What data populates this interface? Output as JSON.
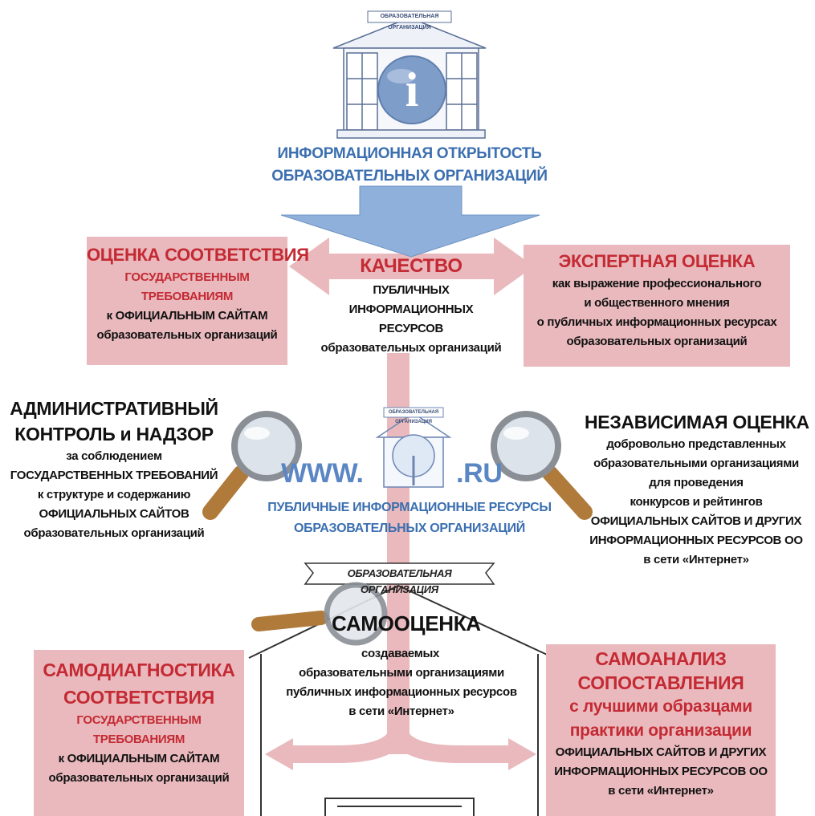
{
  "top": {
    "badge": "ОБРАЗОВАТЕЛЬНАЯ ОРГАНИЗАЦИЯ",
    "info_letter": "i",
    "title_line1": "ИНФОРМАЦИОННАЯ ОТКРЫТОСТЬ",
    "title_line2": "ОБРАЗОВАТЕЛЬНЫХ ОРГАНИЗАЦИЙ"
  },
  "center": {
    "heading": "КАЧЕСТВО",
    "line1": "ПУБЛИЧНЫХ",
    "line2": "ИНФОРМАЦИОННЫХ",
    "line3": "РЕСУРСОВ",
    "line4": "образовательных организаций"
  },
  "left_box": {
    "line1": "ОЦЕНКА СООТВЕТСТВИЯ",
    "line2": "ГОСУДАРСТВЕННЫМ",
    "line3": "ТРЕБОВАНИЯМ",
    "line4": "к ОФИЦИАЛЬНЫМ САЙТАМ",
    "line5": "образовательных организаций"
  },
  "right_box": {
    "line1": "ЭКСПЕРТНАЯ ОЦЕНКА",
    "line2": "как выражение профессионального",
    "line3": "и общественного мнения",
    "line4": "о публичных информационных ресурсах",
    "line5": "образовательных организаций"
  },
  "admin": {
    "line1": "АДМИНИСТРАТИВНЫЙ",
    "line2": "КОНТРОЛЬ и НАДЗОР",
    "line3": "за соблюдением",
    "line4": "ГОСУДАРСТВЕННЫХ ТРЕБОВАНИЙ",
    "line5": "к структуре и содержанию",
    "line6": "ОФИЦИАЛЬНЫХ САЙТОВ",
    "line7": "образовательных организаций"
  },
  "independent": {
    "line1": "НЕЗАВИСИМАЯ ОЦЕНКА",
    "line2": "добровольно представленных",
    "line3": "образовательными организациями",
    "line4": "для проведения",
    "line5": "конкурсов и рейтингов",
    "line6": "ОФИЦИАЛЬНЫХ САЙТОВ И ДРУГИХ",
    "line7": "ИНФОРМАЦИОННЫХ РЕСУРСОВ ОО",
    "line8": "в сети «Интернет»"
  },
  "website": {
    "badge": "ОБРАЗОВАТЕЛЬНАЯ ОРГАНИЗАЦИЯ",
    "www": "WWW.",
    "ru": ".RU",
    "line1": "ПУБЛИЧНЫЕ ИНФОРМАЦИОННЫЕ РЕСУРСЫ",
    "line2": "ОБРАЗОВАТЕЛЬНЫХ ОРГАНИЗАЦИЙ"
  },
  "self": {
    "banner": "ОБРАЗОВАТЕЛЬНАЯ ОРГАНИЗАЦИЯ",
    "heading_a": "САМО",
    "heading_b": "ОЦЕНКА",
    "line1": "создаваемых",
    "line2": "образовательными организациями",
    "line3": "публичных информационных ресурсов",
    "line4": "в сети «Интернет»"
  },
  "bottom_left": {
    "line1": "САМОДИАГНОСТИКА",
    "line2": "СООТВЕТСТВИЯ",
    "line3": "ГОСУДАРСТВЕННЫМ",
    "line4": "ТРЕБОВАНИЯМ",
    "line5": "к ОФИЦИАЛЬНЫМ САЙТАМ",
    "line6": "образовательных организаций"
  },
  "bottom_right": {
    "line1": "САМОАНАЛИЗ",
    "line2": "СОПОСТАВЛЕНИЯ",
    "line3": "с лучшими образцами",
    "line4": "практики организации",
    "line5": "ОФИЦИАЛЬНЫХ САЙТОВ И ДРУГИХ",
    "line6": "ИНФОРМАЦИОННЫХ РЕСУРСОВ ОО",
    "line7": "в сети «Интернет»"
  },
  "colors": {
    "accent_red": "#c42a33",
    "box_pink": "#e9b9bd",
    "arrow_blue": "#8fb0da",
    "title_blue": "#3b6fb0"
  }
}
